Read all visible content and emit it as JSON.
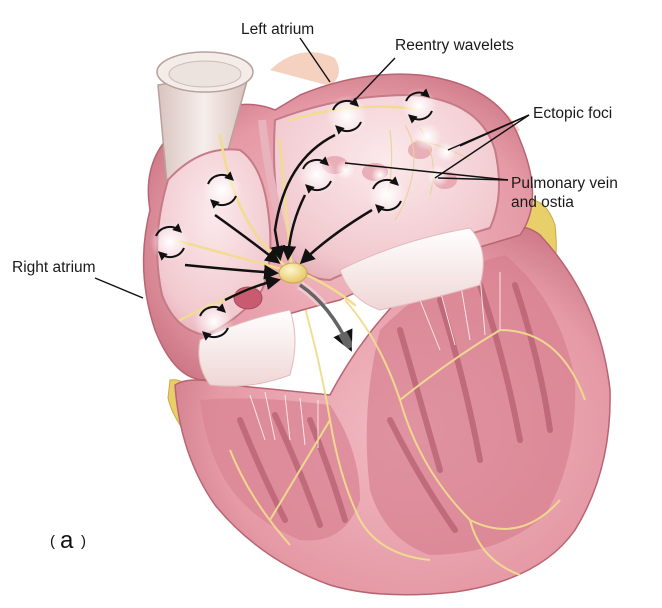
{
  "labels": {
    "left_atrium": "Left atrium",
    "reentry_wavelets": "Reentry wavelets",
    "ectopic_foci": "Ectopic foci",
    "pulmonary_vein_line1": "Pulmonary vein",
    "pulmonary_vein_line2": "and ostia",
    "right_atrium": "Right atrium"
  },
  "panel_label": {
    "open": "(",
    "letter": "a",
    "close": ")"
  },
  "colors": {
    "myocardium": "#e8a3ad",
    "myocardium_dark": "#c96f7e",
    "chamber_wall": "#f3d3d7",
    "endocardium_light": "#f8e6e8",
    "valve_white": "#fbf4f3",
    "conduction_yellow": "#f1dc8f",
    "fat_yellow": "#e9cf6a",
    "aorta_cream": "#f1e6e2",
    "leader_line": "#111111"
  },
  "icons": {
    "reentry_marker": "circular-arrow-pair-icon",
    "conduction_node": "av-node-icon"
  }
}
